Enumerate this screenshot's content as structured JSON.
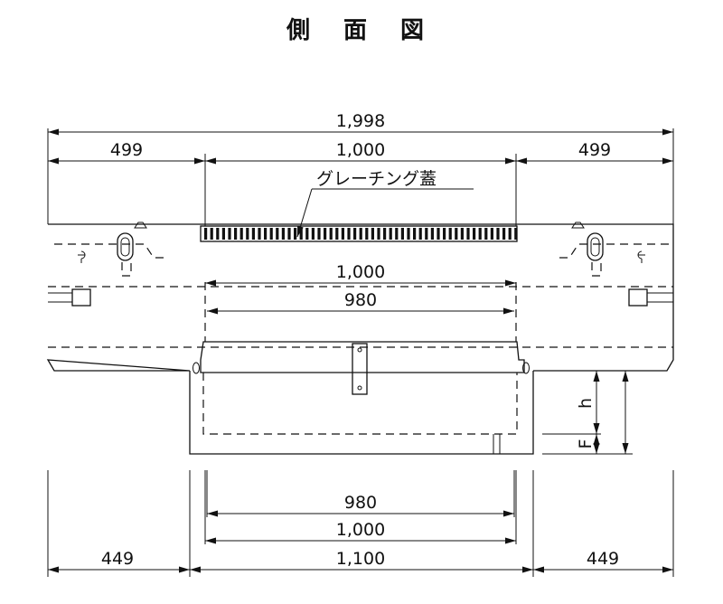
{
  "title": "側 面 図",
  "callout": {
    "label": "グレーチング蓋"
  },
  "dimensions": {
    "overall_width": "1,998",
    "left_end": "499",
    "center_top": "1,000",
    "right_end": "499",
    "inner_opening": "1,000",
    "inner_body": "980",
    "bottom_inner": "980",
    "bottom_mid": "1,000",
    "bottom_outer": "1,100",
    "bottom_left": "449",
    "bottom_right": "449",
    "height_h": "h",
    "height_f": "F"
  },
  "colors": {
    "line": "#111111",
    "background": "#ffffff"
  }
}
